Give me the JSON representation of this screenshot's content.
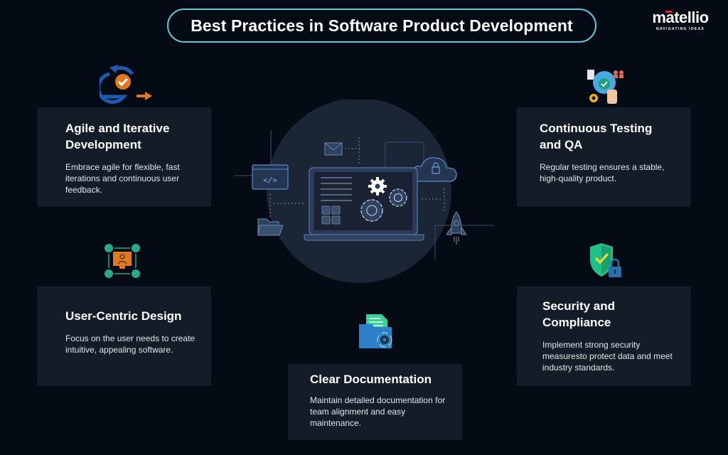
{
  "header": {
    "title": "Best Practices in Software Product Development",
    "title_border_color": "#5ec9d1"
  },
  "logo": {
    "brand": "matellio",
    "tagline": "NAVIGATING IDEAS",
    "accent_color": "#e0282e"
  },
  "colors": {
    "background": "#050b15",
    "card": "#141c27",
    "hub_circle": "#1a2535",
    "line_art": "#4a6a96"
  },
  "practices": [
    {
      "id": "agile",
      "icon": "agile-cycle-icon",
      "title": "Agile and Iterative Development",
      "description": "Embrace agile for flexible, fast iterations and continuous user feedback."
    },
    {
      "id": "testing",
      "icon": "testing-qa-icon",
      "title": "Continuous Testing and QA",
      "description": "Regular testing ensures a stable, high-quality product."
    },
    {
      "id": "user-centric",
      "icon": "user-centric-design-icon",
      "title": "User-Centric Design",
      "description": "Focus on the user needs to create intuitive, appealing software."
    },
    {
      "id": "security",
      "icon": "shield-lock-icon",
      "title": "Security and Compliance",
      "description": "Implement strong security measuresto protect data and meet industry standards."
    },
    {
      "id": "documentation",
      "icon": "documentation-folder-icon",
      "title": "Clear Documentation",
      "description": "Maintain detailed documentation for team alignment and easy maintenance."
    }
  ],
  "hub_illustration": {
    "elements": [
      "laptop-icon",
      "gears-icon",
      "mail-icon",
      "code-window-icon",
      "folder-icon",
      "cloud-lock-icon",
      "rocket-icon"
    ]
  }
}
